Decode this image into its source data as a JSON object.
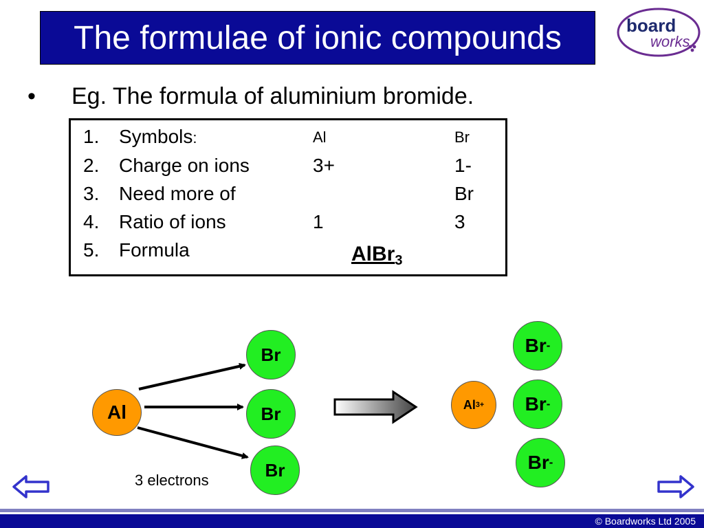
{
  "slide": {
    "title": "The formulae of ionic compounds",
    "bullet": "•",
    "bullet_text": "Eg. The formula of aluminium bromide."
  },
  "logo": {
    "line1": "board",
    "line2": "works"
  },
  "steps": [
    {
      "num": "1.",
      "label": "Symbols",
      "suffix": ":",
      "al": "Al",
      "br": "Br"
    },
    {
      "num": "2.",
      "label": "Charge on ions",
      "al": "3+",
      "br": "1-"
    },
    {
      "num": "3.",
      "label": "Need more of",
      "al": "",
      "br": "Br"
    },
    {
      "num": "4.",
      "label": "Ratio of ions",
      "al": "1",
      "br": "3"
    },
    {
      "num": "5.",
      "label": "Formula"
    }
  ],
  "formula": {
    "base": "AlBr",
    "subscript": "3"
  },
  "diagram": {
    "al_atom": "Al",
    "br_atoms": [
      "Br",
      "Br",
      "Br"
    ],
    "electrons_label": "3 electrons",
    "al_ion": "Al",
    "al_ion_charge": "3+",
    "br_ion": "Br",
    "br_ion_charge": "-"
  },
  "nav": {
    "back_icon": "left-hollow-arrow",
    "forward_icon": "right-hollow-arrow"
  },
  "footer": {
    "copyright": "© Boardworks Ltd 2005"
  },
  "colors": {
    "title_bg": "#0a0a96",
    "atom_green": "#22ee22",
    "atom_orange": "#ff9900",
    "logo_purple": "#6a2c91",
    "footer_bg": "#0a0a96"
  }
}
